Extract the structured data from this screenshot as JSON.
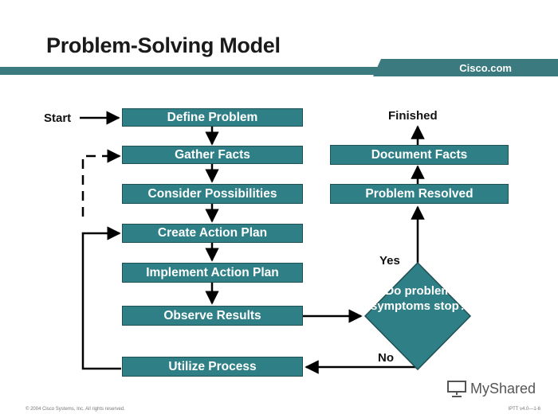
{
  "title": "Problem-Solving Model",
  "brand": "Cisco.com",
  "labels": {
    "start": "Start",
    "finished": "Finished",
    "yes": "Yes",
    "no": "No"
  },
  "steps": [
    "Define Problem",
    "Gather Facts",
    "Consider Possibilities",
    "Create Action Plan",
    "Implement Action Plan",
    "Observe Results",
    "Utilize Process"
  ],
  "right_steps": {
    "document": "Document  Facts",
    "resolved": "Problem Resolved"
  },
  "decision": "Do problem symptoms stop?",
  "footer": {
    "copyright": "© 2004 Cisco Systems, Inc. All rights reserved.",
    "ref": "IPTT v4.0—1-6"
  },
  "watermark": "MyShared",
  "colors": {
    "box_fill": "#2f7f86",
    "header_bar": "#3b7a7e"
  },
  "icons": {
    "watermark": "projector-screen-icon"
  }
}
